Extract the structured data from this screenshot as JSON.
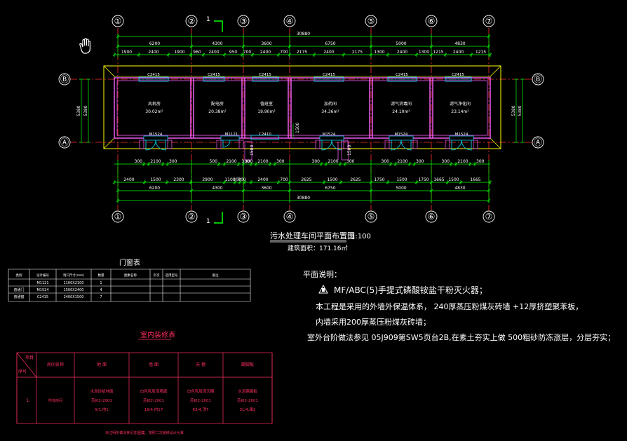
{
  "axes": {
    "numbered": [
      "①",
      "②",
      "③",
      "④",
      "⑤",
      "⑥",
      "⑦"
    ],
    "lettered": [
      "Ⓑ",
      "Ⓐ"
    ]
  },
  "dims": {
    "total": "30880",
    "bays": [
      "6200",
      "4300",
      "3600",
      "6750",
      "5000",
      "4830"
    ],
    "top_detail": [
      "1900",
      "2400",
      "1900",
      "960",
      "2400",
      "950",
      "700",
      "2400",
      "700",
      "2175",
      "2400",
      "2175",
      "1300",
      "2400",
      "1300",
      "1215",
      "2400",
      "1215"
    ],
    "depth": [
      "5380",
      "5380"
    ],
    "bottom_detail_1": [
      "300",
      "2100",
      "300",
      "500",
      "2100",
      "300",
      "300",
      "2100",
      "300",
      "300",
      "2100",
      "300",
      "300",
      "2100",
      "300",
      "300",
      "2100",
      "300"
    ],
    "bottom_detail_2": [
      "2400",
      "1500",
      "2300",
      "2900",
      "1100",
      "300",
      "700",
      "2400",
      "700",
      "2625",
      "1500",
      "2625",
      "1750",
      "1500",
      "1750",
      "1665",
      "1500",
      "1665"
    ],
    "bottom_bays": [
      "6200",
      "4300",
      "3600",
      "6750",
      "5000",
      "4830"
    ],
    "bottom_total": "30880",
    "step": "1500"
  },
  "rooms": [
    {
      "name": "风机房",
      "area": "30.02m²"
    },
    {
      "name": "配电房",
      "area": "20.38m²"
    },
    {
      "name": "值班室",
      "area": "19.90m²"
    },
    {
      "name": "加药间",
      "area": "34.36m²"
    },
    {
      "name": "滤气消毒间",
      "area": "24.10m²"
    },
    {
      "name": "滤气净化间",
      "area": "23.14m²"
    }
  ],
  "windows": [
    "C2415",
    "C2415",
    "C2415",
    "C2415",
    "C2415",
    "C2415",
    "C2410"
  ],
  "doors": [
    "M1524",
    "M1121",
    "M1524",
    "M1524",
    "M1524"
  ],
  "section_mark": "1",
  "drawing_title": "污水处理车间平面布置图",
  "scale": "1:100",
  "area_note": "建筑面积：171.16㎡",
  "door_schedule": {
    "title": "门窗表",
    "headers": [
      "类别",
      "设计编号",
      "洞口尺寸(mm)",
      "数量",
      "图集名称",
      "页次",
      "选用型号",
      "备注"
    ],
    "rows": [
      [
        "",
        "M1121",
        "1100X2100",
        "1"
      ],
      [
        "普通门",
        "M1524",
        "1500X2400",
        "4"
      ],
      [
        "普通窗",
        "C2415",
        "2400X1500",
        "7"
      ]
    ]
  },
  "finish_table": {
    "title": "室内装修表",
    "headers": [
      "项目",
      "序号",
      "房间名称",
      "地 面",
      "墙 面",
      "天 棚",
      "踢脚板"
    ],
    "row": {
      "no": "1.",
      "room": "所有房间",
      "floor": [
        "水泥砂浆地面",
        "苏J02-2001",
        "5/1,地1"
      ],
      "wall": [
        "白色乳胶漆墙面",
        "苏J02-2001",
        "16/4,内17"
      ],
      "ceiling": [
        "白色乳胶漆天棚",
        "苏J02-2001",
        "63/4,顶7"
      ],
      "skirting": [
        "水泥踢脚板",
        "苏J02-2001",
        "31/4,踢2"
      ]
    },
    "footnote": "未注明的做法参见苏J图集，按照二次装修设计为准"
  },
  "plan_notes": {
    "title": "平面说明：",
    "lines": [
      "MF/ABC(5)手提式磷酸铵盐干粉灭火器；",
      "本工程是采用的外墙外保温体系，  240厚蒸压粉煤灰砖墙 +12厚挤塑聚苯板，",
      "内墙采用200厚蒸压粉煤灰砖墙；",
      "室外台阶做法参见 05J909第SW5页台2B,在素土夯实上做 500粗砂防冻涨层，分层夯实；"
    ]
  },
  "colors": {
    "wall": "#ff60ff",
    "axis": "#ff3030",
    "dim": "#00ff00",
    "window": "#00e0ff",
    "outline": "#ffff00",
    "table": "#ff3060",
    "text": "#ffffff"
  }
}
